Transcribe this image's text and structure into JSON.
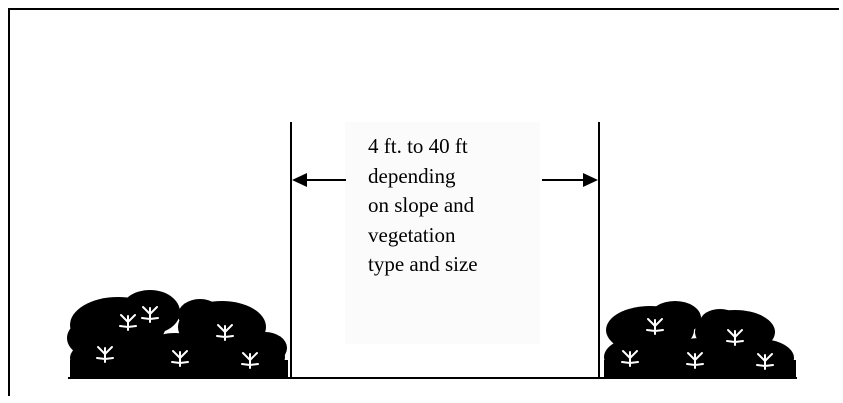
{
  "diagram": {
    "annotation_lines": [
      "4 ft. to 40 ft",
      "depending",
      "on slope and",
      "vegetation",
      "type and size"
    ],
    "colors": {
      "ink": "#000000",
      "background": "#ffffff"
    },
    "icons": {
      "left_vegetation": "shrub-cluster-icon",
      "right_vegetation": "shrub-cluster-icon",
      "left_arrow": "arrow-left-icon",
      "right_arrow": "arrow-right-icon"
    }
  }
}
